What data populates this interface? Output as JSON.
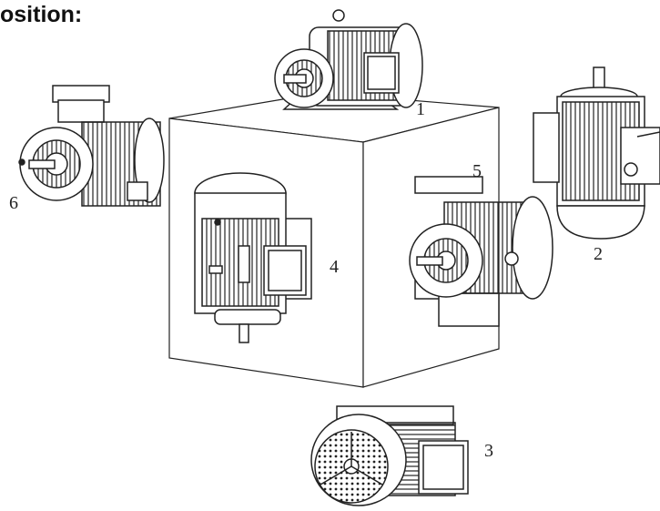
{
  "heading": "osition:",
  "positions": [
    {
      "label": "1"
    },
    {
      "label": "2"
    },
    {
      "label": "3"
    },
    {
      "label": "4"
    },
    {
      "label": "5"
    },
    {
      "label": "6"
    }
  ],
  "colors": {
    "line": "#222222",
    "fill": "#ffffff"
  }
}
